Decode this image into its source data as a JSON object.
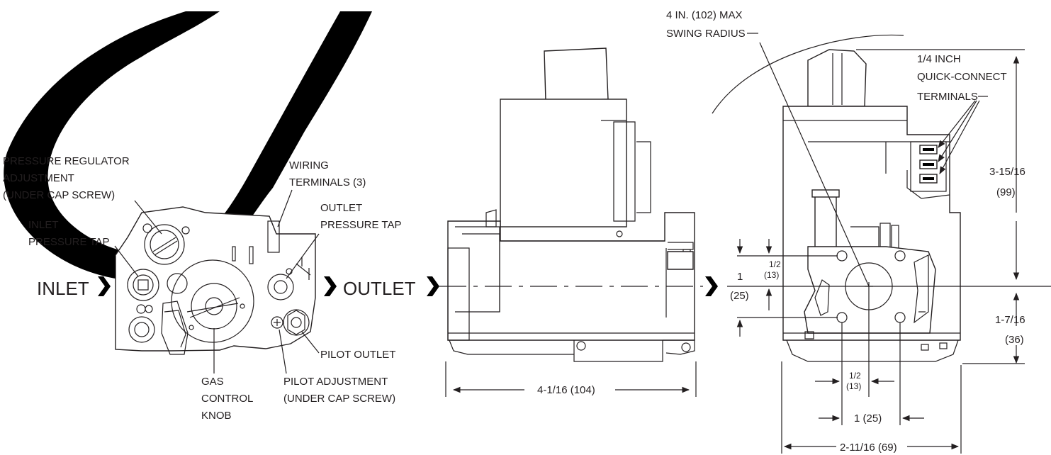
{
  "labels": {
    "pressure_regulator": [
      "PRESSURE REGULATOR",
      "ADJUSTMENT",
      "(UNDER CAP SCREW)"
    ],
    "inlet_pressure_tap": [
      "INLET",
      "PRESSURE TAP"
    ],
    "wiring_terminals": [
      "WIRING",
      "TERMINALS (3)"
    ],
    "outlet_pressure_tap": [
      "OUTLET",
      "PRESSURE TAP"
    ],
    "inlet": "INLET",
    "outlet": "OUTLET",
    "pilot_outlet": "PILOT OUTLET",
    "pilot_adjustment": [
      "PILOT ADJUSTMENT",
      "(UNDER CAP SCREW)"
    ],
    "gas_control_knob": [
      "GAS",
      "CONTROL",
      "KNOB"
    ],
    "swing_radius": [
      "4 IN. (102) MAX",
      "SWING RADIUS"
    ],
    "quick_connect": [
      "1/4 INCH",
      "QUICK-CONNECT",
      "TERMINALS"
    ]
  },
  "dimensions": {
    "width_side": "4-1/16 (104)",
    "height_top": [
      "3-15/16",
      "(99)"
    ],
    "height_bottom": [
      "1-7/16",
      "(36)"
    ],
    "one_inch_left": [
      "1",
      "(25)"
    ],
    "half_inch_left": [
      "1/2",
      "(13)"
    ],
    "half_inch_bottom": [
      "1/2",
      "(13)"
    ],
    "one_inch_bottom": "1 (25)",
    "width_end": "2-11/16 (69)"
  }
}
